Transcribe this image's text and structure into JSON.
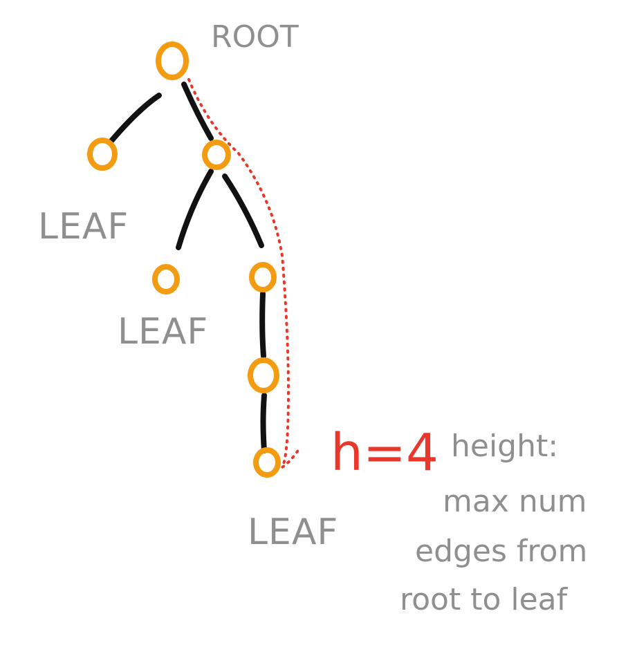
{
  "labels": {
    "root": "ROOT",
    "leaf_left": "LEAF",
    "leaf_middle": "LEAF",
    "leaf_bottom": "LEAF",
    "height_value": "h=4",
    "definition_line1": "height:",
    "definition_line2": "max num",
    "definition_line3": "edges from",
    "definition_line4": "root to leaf"
  },
  "colors": {
    "node": "#f39c12",
    "edge": "#111111",
    "label": "#8f8f8f",
    "height_path": "#e8372b"
  },
  "tree": {
    "height": 4,
    "nodes": [
      "root",
      "leaf-left",
      "child-right",
      "leaf-middle",
      "child-inner",
      "child-deep",
      "leaf-bottom"
    ],
    "edges": [
      [
        "root",
        "leaf-left"
      ],
      [
        "root",
        "child-right"
      ],
      [
        "child-right",
        "leaf-middle"
      ],
      [
        "child-right",
        "child-inner"
      ],
      [
        "child-inner",
        "child-deep"
      ],
      [
        "child-deep",
        "leaf-bottom"
      ]
    ]
  }
}
